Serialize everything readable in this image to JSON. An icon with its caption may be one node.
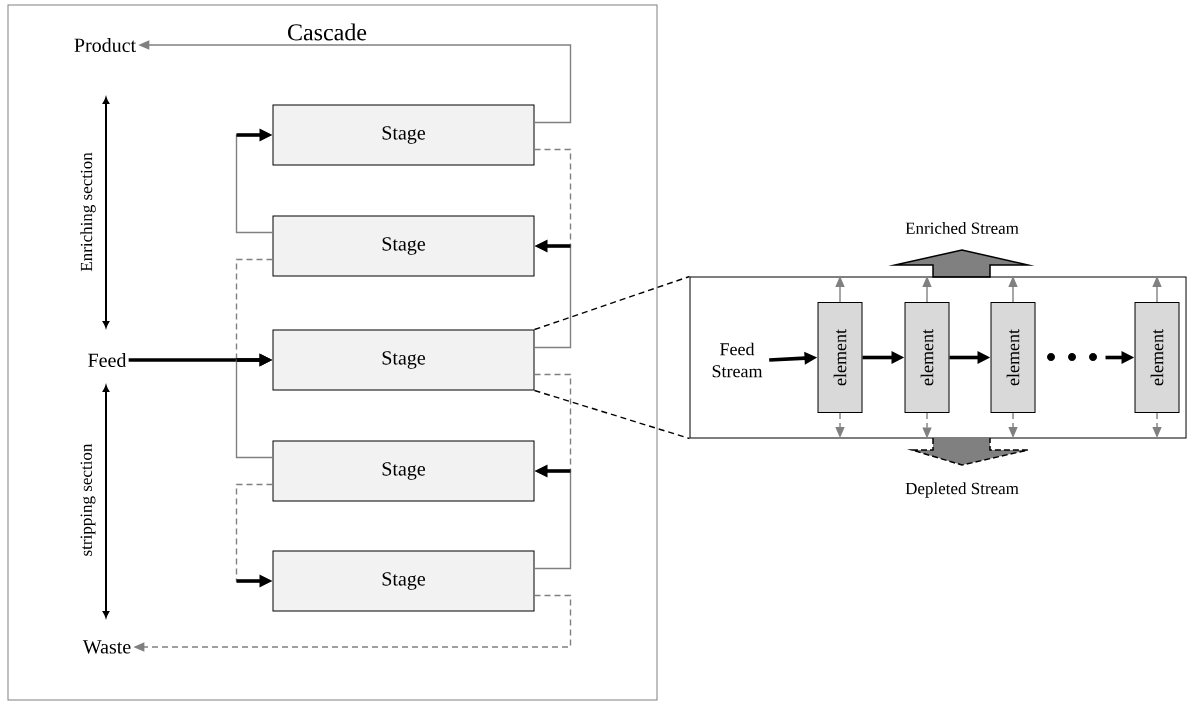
{
  "diagram": {
    "nodes": [
      {
        "text": [
          "Cascade"
        ]
      },
      {
        "text": [
          "Product"
        ],
        "in": 0
      },
      {
        "text": [
          "Feed"
        ],
        "in": 0
      },
      {
        "text": [
          "Waste"
        ],
        "in": 0
      },
      {
        "text": [
          "Stage"
        ],
        "in": 0
      },
      {
        "text": [
          "Stage"
        ],
        "in": 0
      },
      {
        "text": [
          "Stage"
        ],
        "in": 0
      },
      {
        "text": [
          "Stage"
        ],
        "in": 0
      },
      {
        "text": [
          "Stage"
        ],
        "in": 0
      },
      {
        "text": [
          "Enriched Stream"
        ]
      },
      {
        "text": [],
        "shape": "box"
      },
      {
        "text": [
          "Feed Stream"
        ],
        "in": 10
      },
      {
        "text": [
          "element"
        ],
        "in": 10
      },
      {
        "text": [
          "element"
        ],
        "in": 10
      },
      {
        "text": [
          "element"
        ],
        "in": 10
      },
      {
        "text": [
          "element"
        ],
        "in": 10
      },
      {
        "text": [
          "Depleted Stream"
        ]
      }
    ],
    "edges": [
      {
        "from": 4,
        "to": 1,
        "arrow": "to"
      },
      {
        "from": 4,
        "to": 5,
        "arrow": "to",
        "style": "dashed"
      },
      {
        "from": 6,
        "to": 5,
        "arrow": "to"
      },
      {
        "from": 5,
        "to": 4,
        "arrow": "to"
      },
      {
        "from": 5,
        "to": 6,
        "arrow": "to",
        "style": "dashed"
      },
      {
        "from": 2,
        "to": 6,
        "arrow": "to",
        "style": "thick",
        "color": "#000000"
      },
      {
        "from": 7,
        "to": 6,
        "arrow": "to"
      },
      {
        "from": 6,
        "to": 7,
        "arrow": "to",
        "style": "dashed"
      },
      {
        "from": 8,
        "to": 7,
        "arrow": "to"
      },
      {
        "from": 7,
        "to": 8,
        "arrow": "to",
        "style": "dashed"
      },
      {
        "from": 8,
        "to": 3,
        "arrow": "to",
        "style": "dashed"
      },
      {
        "from": 6,
        "to": 10,
        "arrow": "none",
        "style": "dashed",
        "color": "#000000"
      },
      {
        "from": 6,
        "to": 10,
        "arrow": "none",
        "style": "dashed",
        "color": "#000000"
      },
      {
        "from": 11,
        "to": 12,
        "arrow": "to",
        "style": "thick",
        "color": "#000000"
      },
      {
        "from": 12,
        "to": 13,
        "arrow": "to",
        "style": "thick",
        "color": "#000000"
      },
      {
        "from": 13,
        "to": 14,
        "arrow": "to",
        "style": "thick",
        "color": "#000000"
      },
      {
        "from": null,
        "to": 15,
        "arrow": "to",
        "style": "thick",
        "color": "#000000"
      },
      {
        "from": 12,
        "to": null,
        "arrow": "to"
      },
      {
        "from": 13,
        "to": null,
        "arrow": "to"
      },
      {
        "from": 14,
        "to": null,
        "arrow": "to"
      },
      {
        "from": 15,
        "to": null,
        "arrow": "to"
      },
      {
        "from": 12,
        "to": null,
        "arrow": "to",
        "style": "dashed"
      },
      {
        "from": 13,
        "to": 16,
        "arrow": "to",
        "style": "dashed"
      },
      {
        "from": 14,
        "to": null,
        "arrow": "to",
        "style": "dashed"
      },
      {
        "from": 15,
        "to": null,
        "arrow": "to",
        "style": "dashed"
      }
    ],
    "labels": [
      "Enriching section",
      "stripping section"
    ]
  }
}
